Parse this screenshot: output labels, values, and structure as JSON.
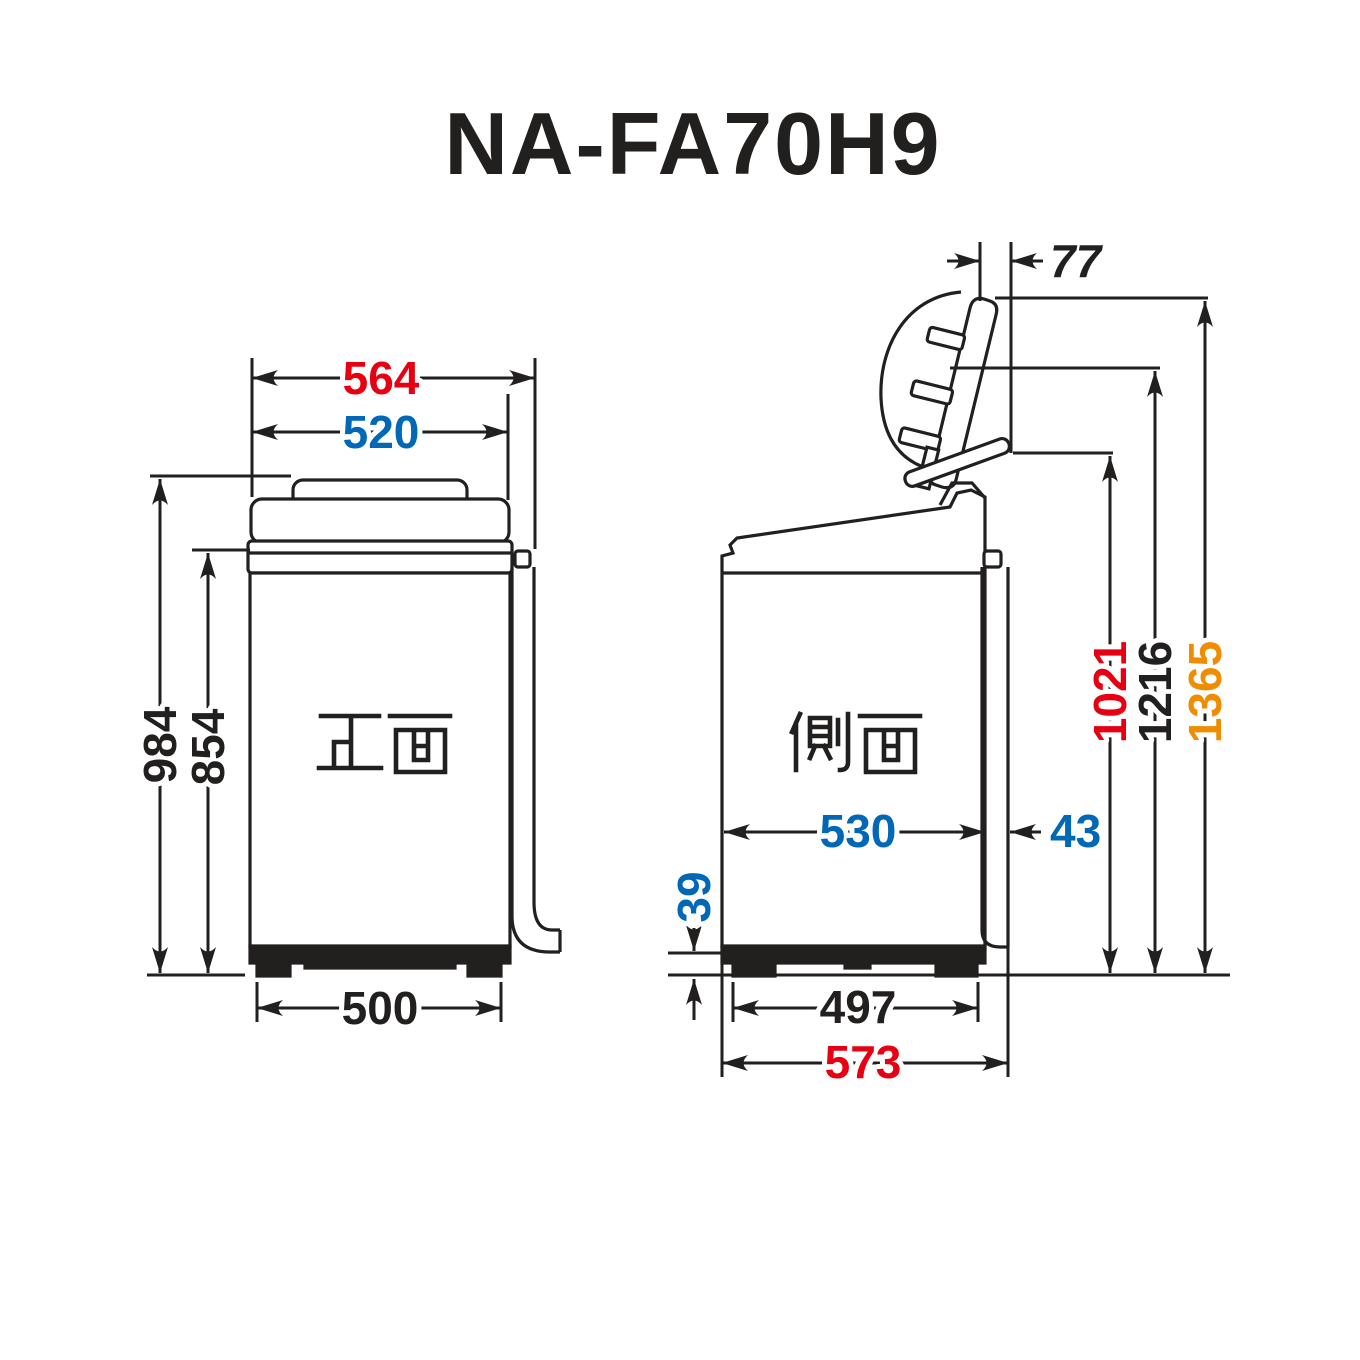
{
  "title": "NA-FA70H9",
  "views": {
    "front": {
      "label": "正面"
    },
    "side": {
      "label": "側面"
    }
  },
  "dimensions": {
    "front": {
      "width_overall": "564",
      "width_body": "520",
      "height_overall": "984",
      "height_body": "854",
      "feet_width": "500"
    },
    "side": {
      "lid_rear_clearance": "77",
      "height_lid_hinge": "1021",
      "height_lid_mid": "1216",
      "height_lid_top": "1365",
      "depth_body": "530",
      "hose_depth": "43",
      "base_height": "39",
      "feet_depth": "497",
      "depth_overall": "573"
    }
  },
  "colors": {
    "line": "#221f1f",
    "red": "#e60012",
    "blue": "#0068b7",
    "orange": "#f08c00",
    "background": "#ffffff"
  }
}
